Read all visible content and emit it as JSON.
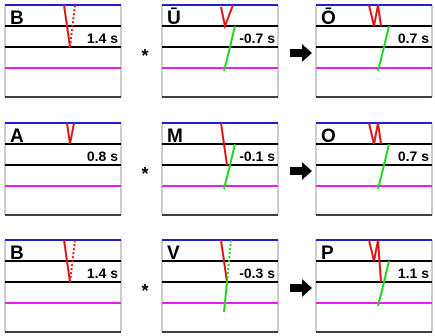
{
  "colors": {
    "top_line": "#1f1fd6",
    "staff_line": "#000000",
    "base_line": "#e61ee6",
    "border_line": "#9a9a9a",
    "down_stroke": "#e01414",
    "up_stroke": "#22d422",
    "operator": "#000000"
  },
  "operators": {
    "multiply": "*",
    "result": "right-arrow-icon"
  },
  "rows": [
    {
      "panels": [
        {
          "letter": "B",
          "time": "1.4 s",
          "strokes": [
            {
              "kind": "down",
              "style": "solid"
            },
            {
              "kind": "up",
              "style": "dotted-red"
            }
          ]
        },
        {
          "letter": "Ū",
          "time": "-0.7 s",
          "strokes": [
            {
              "kind": "down-up",
              "style": "solid"
            },
            {
              "kind": "up-green",
              "style": "solid"
            }
          ]
        },
        {
          "letter": "Ō",
          "time": "0.7 s",
          "strokes": [
            {
              "kind": "double-v",
              "style": "solid"
            },
            {
              "kind": "up-green",
              "style": "solid"
            }
          ]
        }
      ]
    },
    {
      "panels": [
        {
          "letter": "A",
          "time": "0.8 s",
          "strokes": [
            {
              "kind": "v",
              "style": "solid"
            }
          ]
        },
        {
          "letter": "M",
          "time": "-0.1 s",
          "strokes": [
            {
              "kind": "down",
              "style": "solid"
            },
            {
              "kind": "up-green",
              "style": "solid"
            }
          ]
        },
        {
          "letter": "O",
          "time": "0.7 s",
          "strokes": [
            {
              "kind": "double-v",
              "style": "solid"
            },
            {
              "kind": "up-green",
              "style": "solid"
            }
          ]
        }
      ]
    },
    {
      "panels": [
        {
          "letter": "B",
          "time": "1.4 s",
          "strokes": [
            {
              "kind": "down",
              "style": "solid"
            },
            {
              "kind": "up",
              "style": "dotted-red"
            }
          ]
        },
        {
          "letter": "V",
          "time": "-0.3 s",
          "strokes": [
            {
              "kind": "down",
              "style": "solid"
            },
            {
              "kind": "up-green",
              "style": "dotted-green"
            }
          ]
        },
        {
          "letter": "P",
          "time": "1.1 s",
          "strokes": [
            {
              "kind": "double-v-long",
              "style": "solid"
            },
            {
              "kind": "up-green",
              "style": "solid"
            }
          ]
        }
      ]
    }
  ]
}
